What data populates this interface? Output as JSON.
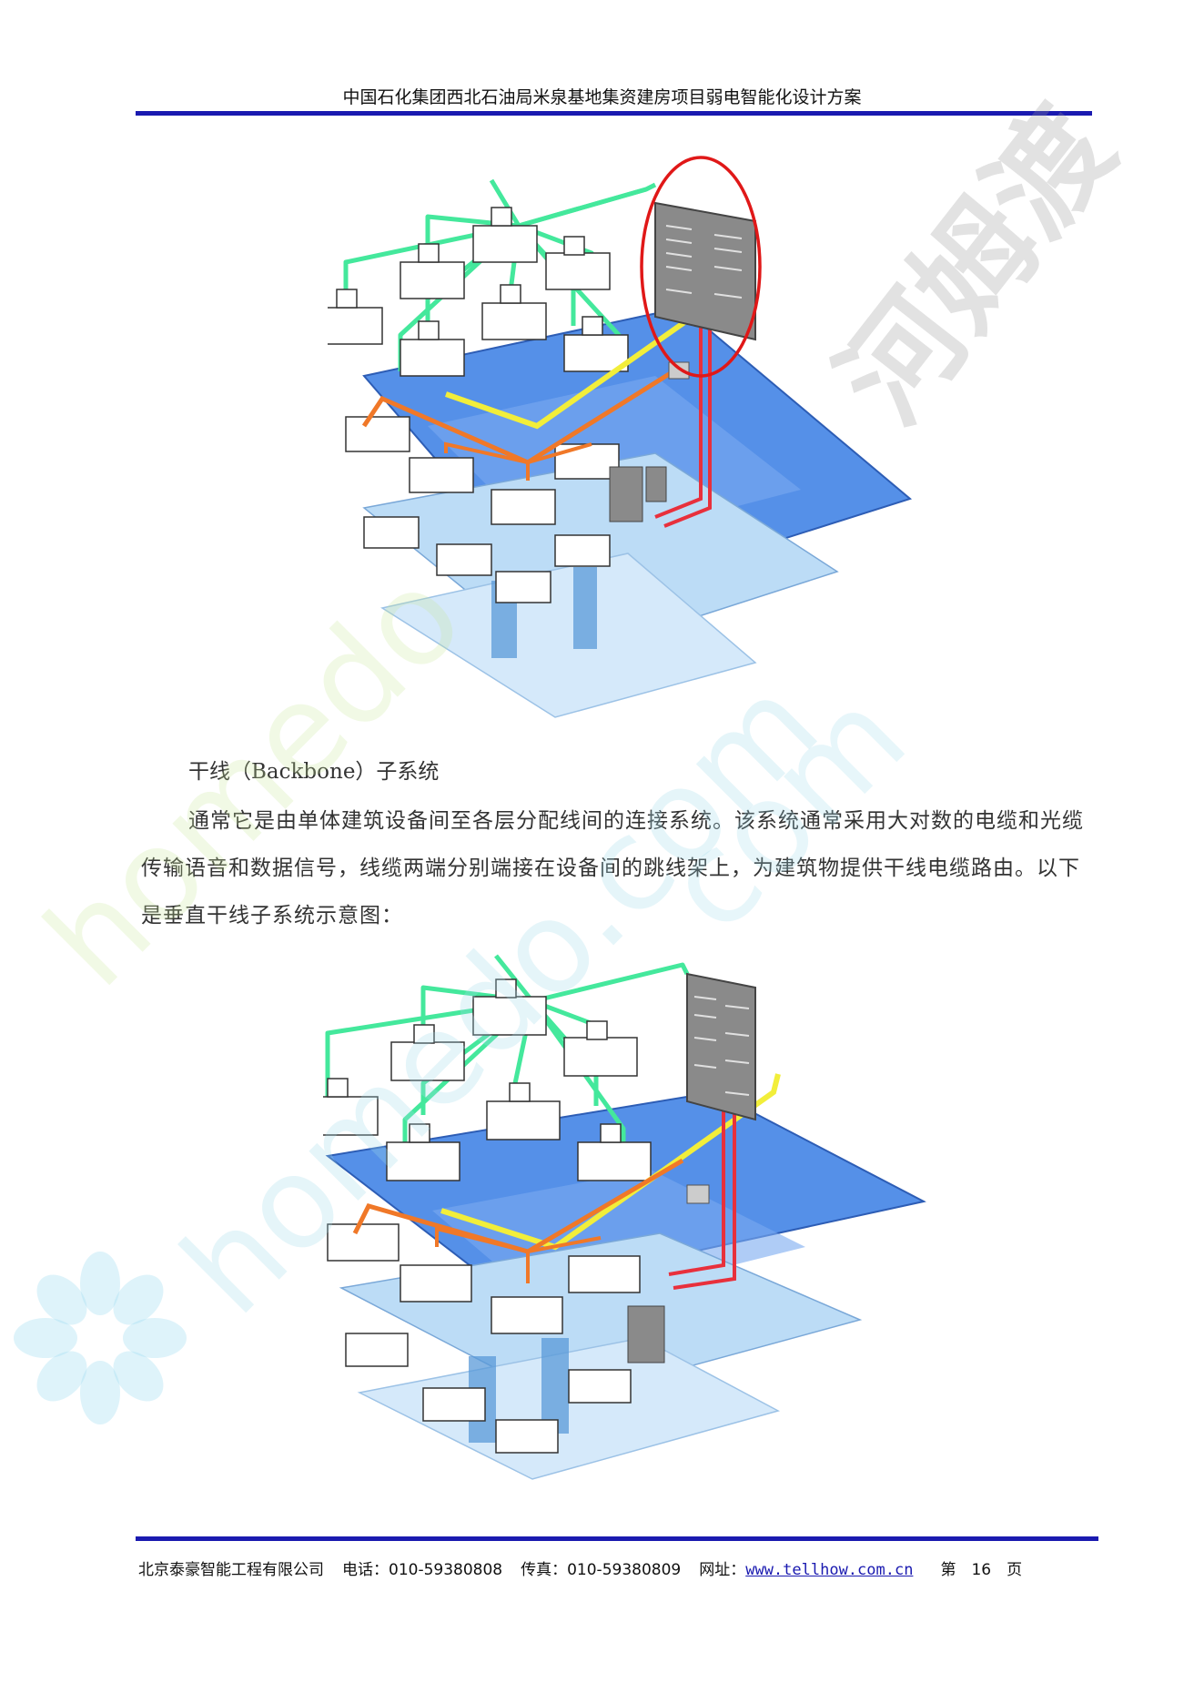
{
  "header": {
    "title": "中国石化集团西北石油局米泉基地集资建房项目弱电智能化设计方案"
  },
  "section": {
    "heading": "干线（Backbone）子系统",
    "paragraph": "通常它是由单体建筑设备间至各层分配线间的连接系统。该系统通常采用大对数的电缆和光缆传输语音和数据信号，线缆两端分别端接在设备间的跳线架上，为建筑物提供干线电缆路由。以下是垂直干线子系统示意图："
  },
  "watermark": {
    "cn_text": "河姆渡",
    "en_text_1": "homedo",
    "en_text_2": "homedo.com",
    "en_text_3": "com"
  },
  "footer": {
    "company": "北京泰豪智能工程有限公司",
    "phone": "电话：010-59380808",
    "fax": "传真：010-59380809",
    "website_label": "网址：",
    "website": "www.tellhow.com.cn",
    "page": "第　16　页"
  },
  "colors": {
    "rule": "#1a1ab0",
    "floor_top": "#5590e8",
    "floor_lower": "#a9d0f2",
    "green_cable": "#44e89c",
    "yellow_cable": "#f2ee3a",
    "orange_cable": "#f07828",
    "red_cable": "#e8303c",
    "highlight_circle": "#e01818"
  }
}
